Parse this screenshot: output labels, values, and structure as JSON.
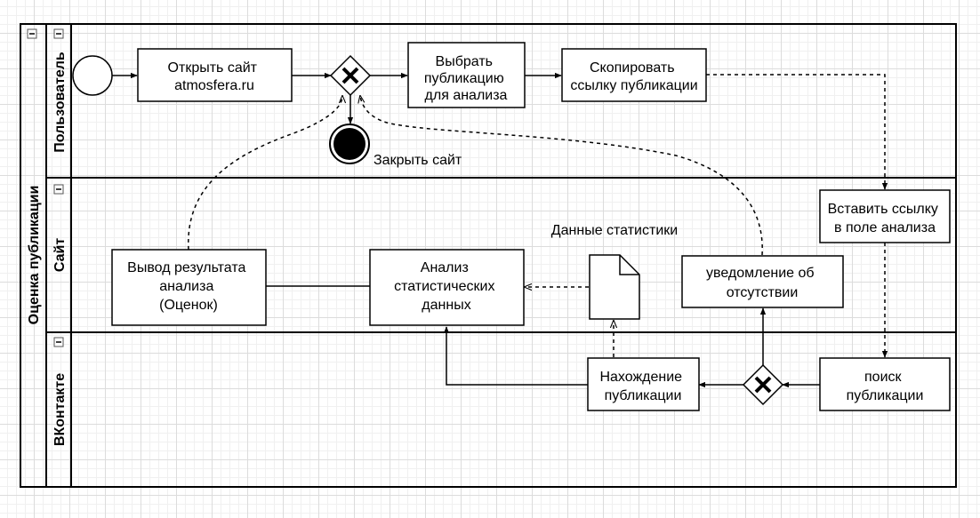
{
  "pool": {
    "label": "Оценка публикации"
  },
  "lanes": {
    "user": "Пользователь",
    "site": "Сайт",
    "vk": "ВКонтакте"
  },
  "tasks": {
    "open_site": [
      "Открыть сайт",
      "atmosfera.ru"
    ],
    "choose_pub": [
      "Выбрать",
      "публикацию",
      "для анализа"
    ],
    "copy_link": [
      "Скопировать",
      "ссылку публикации"
    ],
    "paste_link": [
      "Вставить ссылку",
      "в поле анализа"
    ],
    "output_result": [
      "Вывод результата",
      "анализа",
      "(Оценок)"
    ],
    "analysis": [
      "Анализ",
      "статистических",
      "данных"
    ],
    "notify_absence": [
      "уведомление об",
      "отсутствии"
    ],
    "find_pub": [
      "Нахождение",
      "публикации"
    ],
    "search_pub": [
      "поиск",
      "публикации"
    ]
  },
  "end_event": {
    "label": "Закрыть сайт"
  },
  "data_object": {
    "label": "Данные статистики"
  },
  "icons": {
    "collapse": "minus-square-icon",
    "start": "start-event-icon",
    "end": "end-event-icon",
    "gateway": "exclusive-gateway-icon",
    "document": "data-object-icon"
  }
}
